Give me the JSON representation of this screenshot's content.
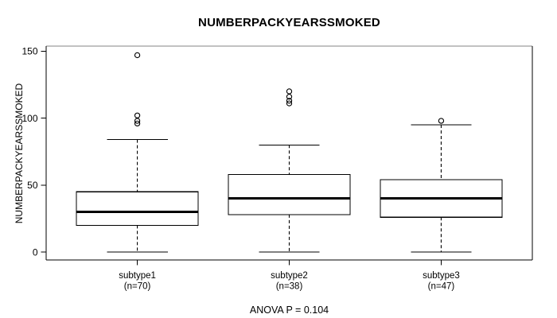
{
  "chart_data": {
    "type": "boxplot",
    "title": "NUMBERPACKYEARSSMOKED",
    "ylabel": "NUMBERPACKYEARSSMOKED",
    "xlabel": "",
    "annotation": "ANOVA P = 0.104",
    "yticks": [
      0,
      50,
      100,
      150
    ],
    "ylim": [
      -5.9,
      153.8
    ],
    "xlim": [
      0.4,
      3.6
    ],
    "positions": [
      1,
      2,
      3
    ],
    "box_width": 0.8,
    "staple_width": 0.4,
    "grid": false,
    "legend": null,
    "categories": [
      "subtype1",
      "subtype2",
      "subtype3"
    ],
    "groups": [
      {
        "label": "subtype1",
        "n_label": "(n=70)",
        "lower_whisker": 0,
        "q1": 20,
        "median": 30,
        "q3": 45,
        "upper_whisker": 84,
        "outliers": [
          96,
          98,
          102,
          147
        ]
      },
      {
        "label": "subtype2",
        "n_label": "(n=38)",
        "lower_whisker": 0,
        "q1": 28,
        "median": 40,
        "q3": 58,
        "upper_whisker": 80,
        "outliers": [
          111,
          113,
          116,
          120
        ]
      },
      {
        "label": "subtype3",
        "n_label": "(n=47)",
        "lower_whisker": 0,
        "q1": 26,
        "median": 40,
        "q3": 54,
        "upper_whisker": 95,
        "outliers": [
          98
        ]
      }
    ],
    "colors": {
      "line": "#000000",
      "frame_top": "#848484",
      "box_fill": "#ffffff",
      "background": "#ffffff"
    }
  }
}
